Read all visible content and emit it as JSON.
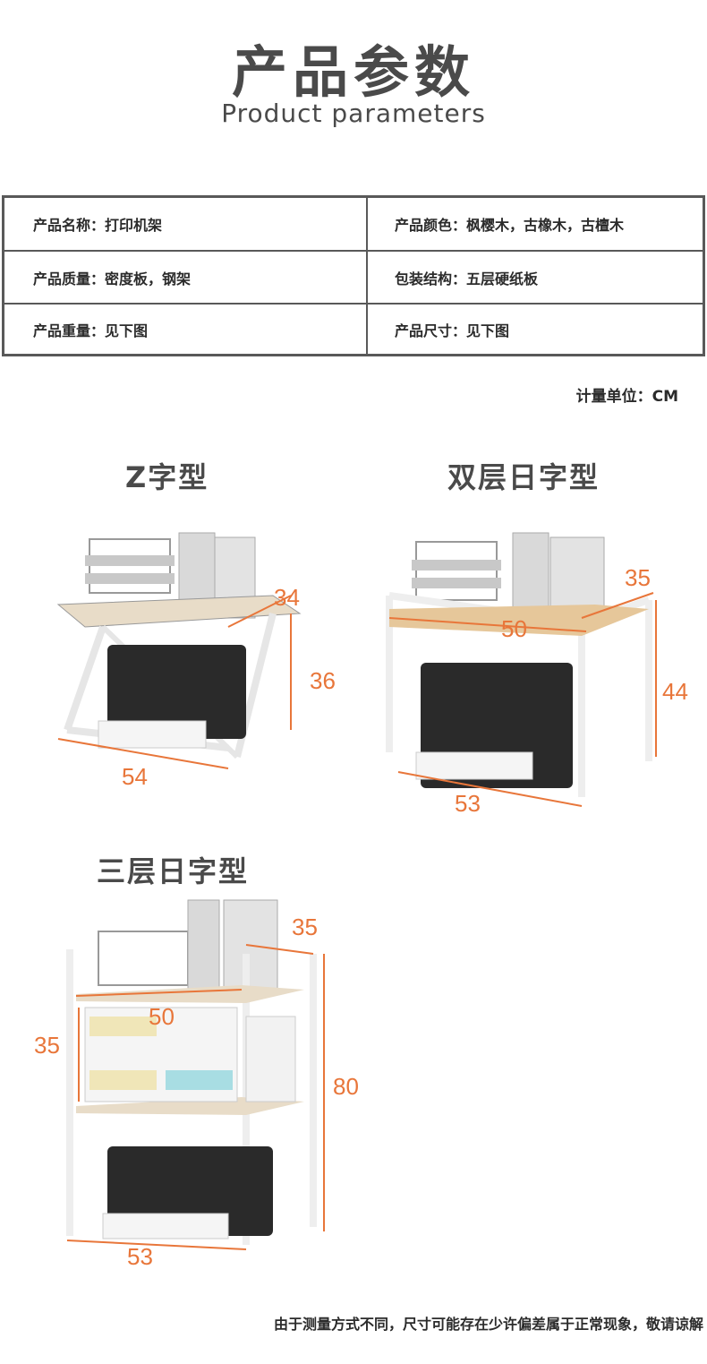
{
  "header": {
    "title_cn": "产品参数",
    "title_en": "Product parameters"
  },
  "params": [
    {
      "label": "产品名称：打印机架"
    },
    {
      "label": "产品颜色：枫樱木，古橡木，古檀木"
    },
    {
      "label": "产品质量：密度板，钢架"
    },
    {
      "label": "包装结构：五层硬纸板"
    },
    {
      "label": "产品重量：见下图"
    },
    {
      "label": "产品尺寸：见下图"
    }
  ],
  "unit": "计量单位：CM",
  "products": [
    {
      "name": "Z字型",
      "dims": [
        "34",
        "36",
        "54"
      ]
    },
    {
      "name": "双层日字型",
      "dims": [
        "35",
        "50",
        "44",
        "53"
      ]
    },
    {
      "name": "三层日字型",
      "dims": [
        "35",
        "50",
        "35",
        "80",
        "53"
      ]
    }
  ],
  "footer": "由于测量方式不同，尺寸可能存在少许偏差属于正常现象，敬请谅解",
  "colors": {
    "accent": "#e8763a",
    "text": "#4a4a4a",
    "border": "#595959"
  }
}
